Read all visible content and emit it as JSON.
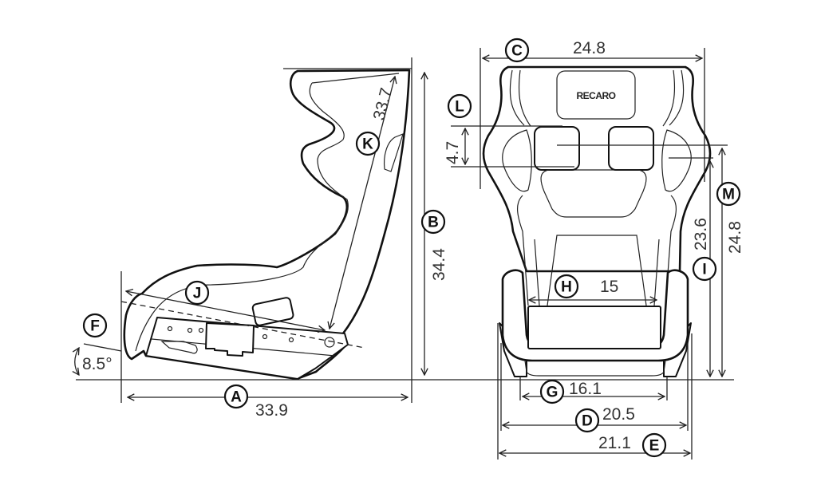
{
  "brand": "RECARO",
  "dimensions": {
    "A": {
      "letter": "A",
      "value": "33.9"
    },
    "B": {
      "letter": "B",
      "value": "34.4"
    },
    "C": {
      "letter": "C",
      "value": "24.8"
    },
    "D": {
      "letter": "D",
      "value": "20.5"
    },
    "E": {
      "letter": "E",
      "value": "21.1"
    },
    "F": {
      "letter": "F",
      "value": "8.5°"
    },
    "G": {
      "letter": "G",
      "value": "16.1"
    },
    "H": {
      "letter": "H",
      "value": "15"
    },
    "I": {
      "letter": "I",
      "value": "23.6"
    },
    "J": {
      "letter": "J"
    },
    "K": {
      "letter": "K",
      "value": "33.7"
    },
    "L": {
      "letter": "L",
      "value": "4.7"
    },
    "M": {
      "letter": "M",
      "value": "24.8"
    }
  }
}
